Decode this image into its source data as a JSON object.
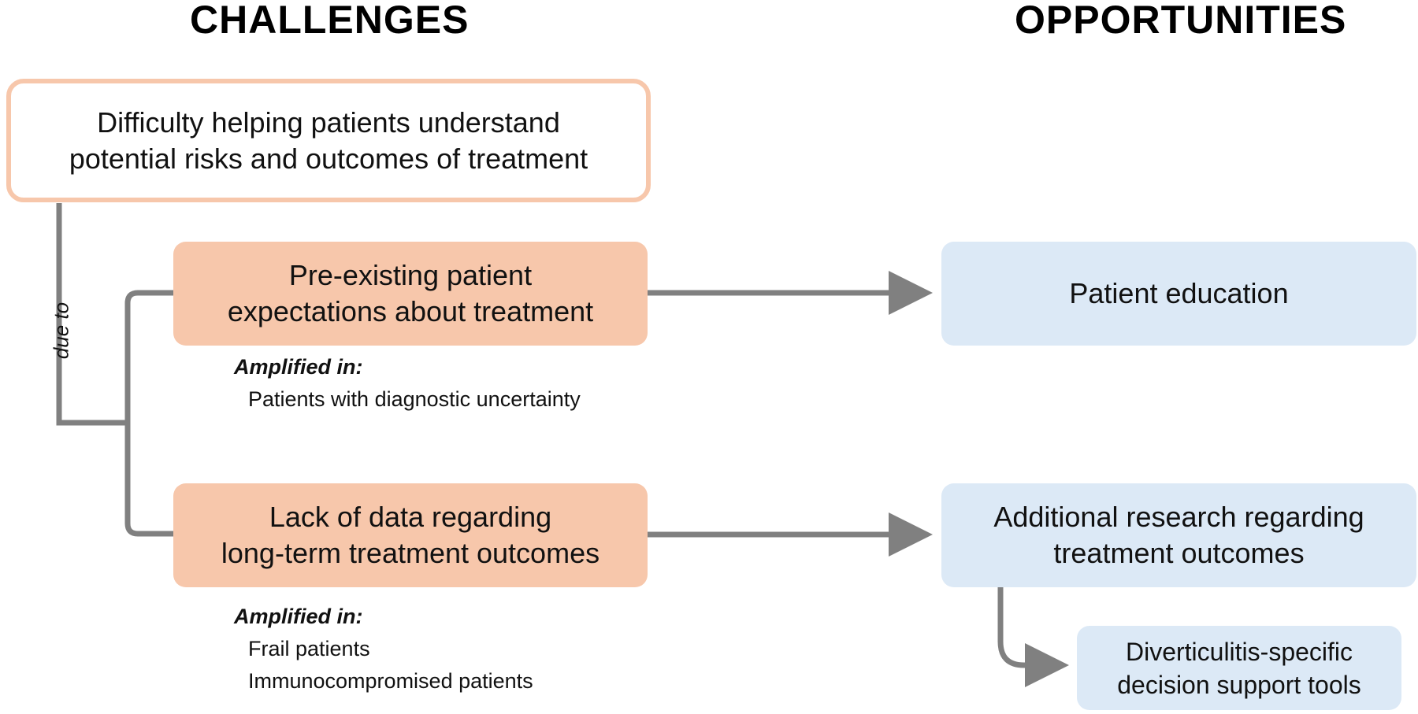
{
  "headings": {
    "challenges": "CHALLENGES",
    "opportunities": "OPPORTUNITIES"
  },
  "main_challenge": {
    "lines": [
      "Difficulty helping patients understand",
      "potential risks and outcomes of treatment"
    ]
  },
  "connector_label": "due to",
  "challenges": [
    {
      "lines": [
        "Pre-existing patient",
        "expectations about treatment"
      ],
      "amplified_heading": "Amplified in:",
      "amplified_items": [
        "Patients with diagnostic uncertainty"
      ]
    },
    {
      "lines": [
        "Lack of data regarding",
        "long-term treatment outcomes"
      ],
      "amplified_heading": "Amplified in:",
      "amplified_items": [
        "Frail patients",
        "Immunocompromised patients"
      ]
    }
  ],
  "opportunities": [
    {
      "lines": [
        "Patient education"
      ]
    },
    {
      "lines": [
        "Additional research regarding",
        "treatment outcomes"
      ]
    },
    {
      "lines": [
        "Diverticulitis-specific",
        "decision support tools"
      ]
    }
  ],
  "colors": {
    "challenge_fill": "#f7c7ab",
    "challenge_border": "#f7c7ab",
    "opportunity_fill": "#dce9f6",
    "connector": "#808080"
  }
}
